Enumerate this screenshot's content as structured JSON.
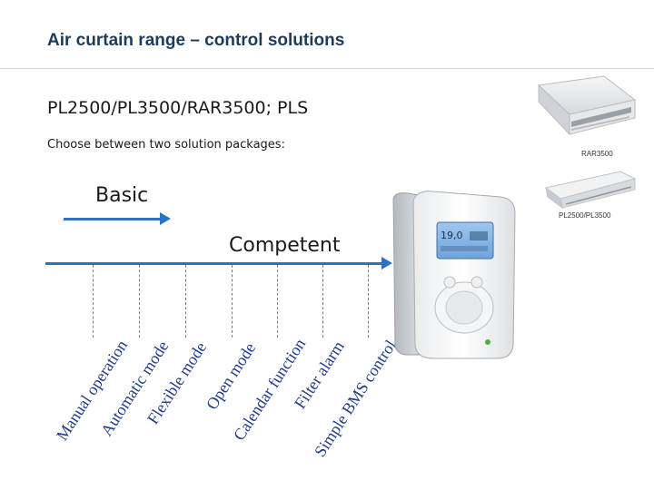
{
  "title": "Air curtain range – control solutions",
  "subtitle": "PL2500/PL3500/RAR3500; PLS",
  "instruction": "Choose between two solution packages:",
  "packages": {
    "basic": "Basic",
    "competent": "Competent"
  },
  "features": [
    "Manual operation",
    "Automatic mode",
    "Flexible mode",
    "Open mode",
    "Calendar function",
    "Filter alarm",
    "Simple BMS control"
  ],
  "products": {
    "rar": "RAR3500",
    "pl": "PL2500/PL3500"
  },
  "controller_display": {
    "temp": "19,0"
  },
  "colors": {
    "accent": "#2b73c2",
    "title": "#1f3b5a",
    "feature_text": "#1f3b8a"
  }
}
